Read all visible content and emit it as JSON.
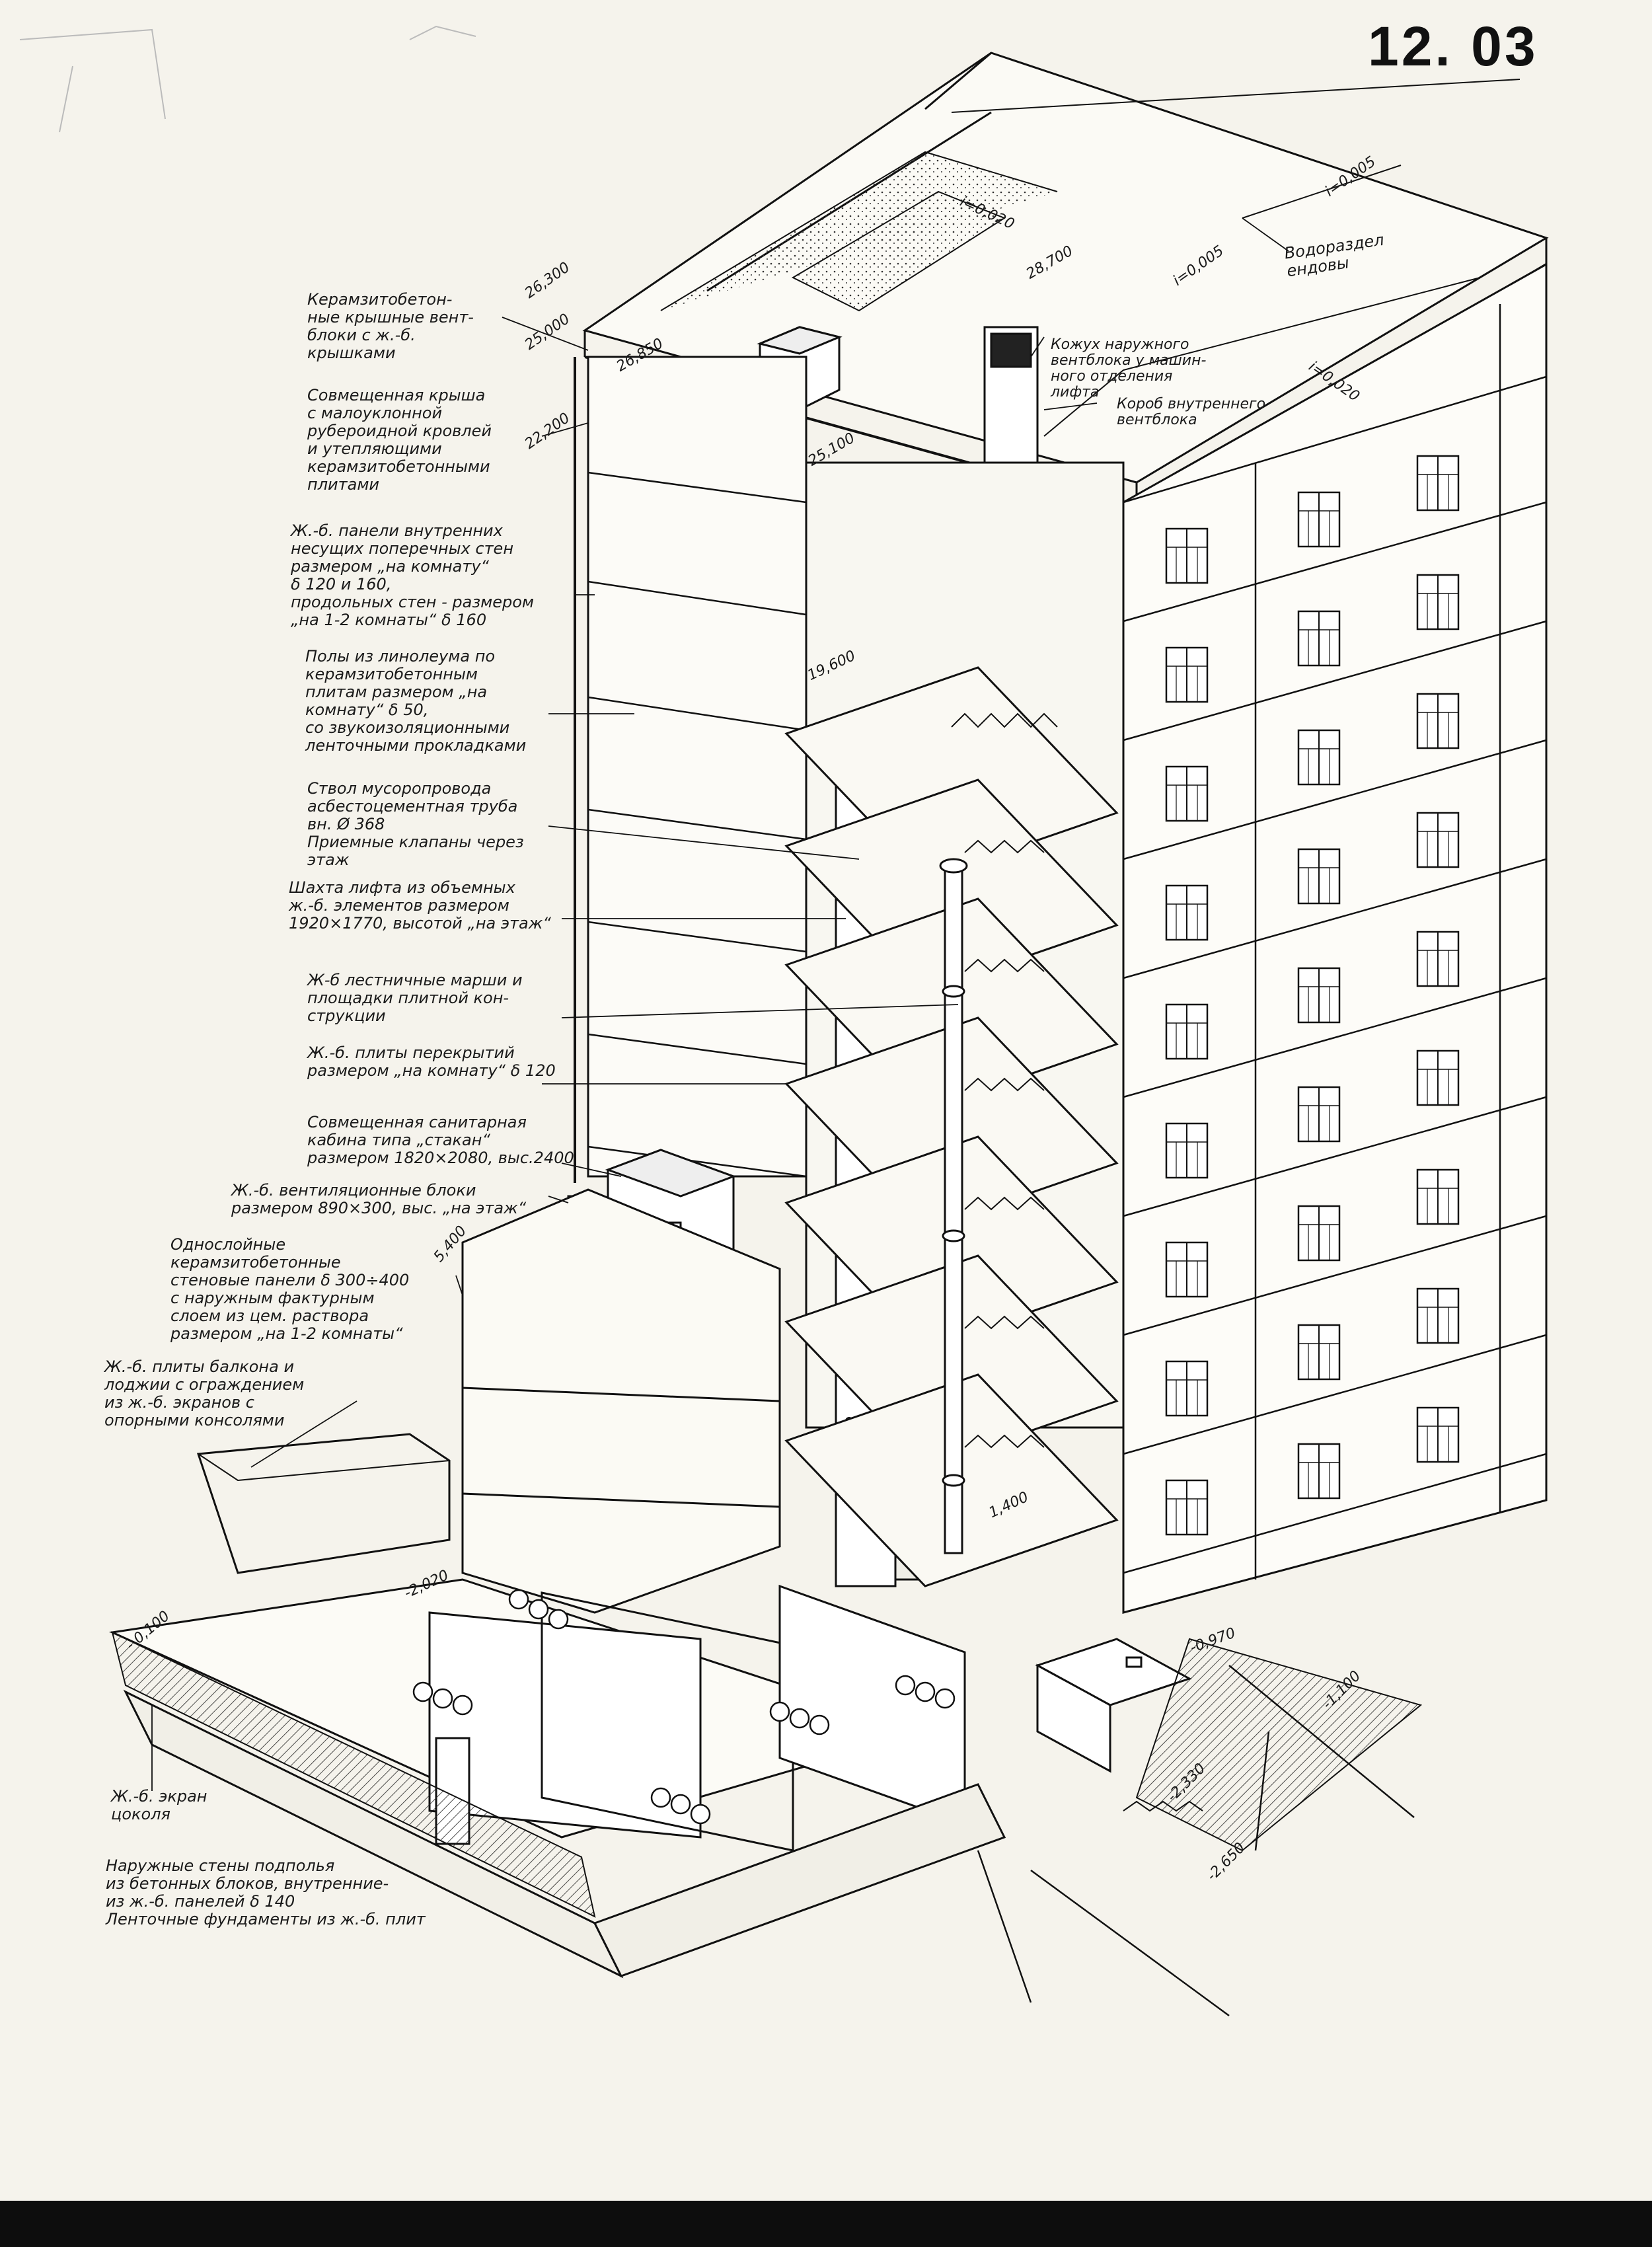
{
  "page_number": "12. 03",
  "labels": {
    "roof_vent_blocks": "Керамзитобетон-\nные крышные вент-\nблоки с ж.-б.\nкрышками",
    "combined_roof": "Совмещенная крыша\nс малоуклонной\nрубероидной кровлей\nи утепляющими\nкерамзитобетонными\nплитами",
    "wall_panels": "Ж.-б. панели внутренних\nнесущих поперечных стен\nразмером „на комнату“\nδ 120 и 160,\nпродольных стен - размером\n„на 1-2 комнаты“ δ 160",
    "floors": "Полы из линолеума по\nкерамзитобетонным\nплитам размером „на\nкомнату“ δ 50,\nсо звукоизоляционными\nленточными прокладками",
    "garbage_chute": "Ствол мусоропровода\nасбестоцементная труба\nвн. Ø 368\nПриемные клапаны через\nэтаж",
    "lift_shaft": "Шахта лифта из объемных\nж.-б. элементов размером\n1920×1770, высотой „на этаж“",
    "stairs": "Ж-б лестничные марши и\nплощадки плитной кон-\nструкции",
    "floor_slabs": "Ж.-б. плиты перекрытий\nразмером „на комнату“ δ 120",
    "sanitary_cabin": "Совмещенная санитарная\nкабина типа „стакан“\nразмером 1820×2080, выс.2400",
    "vent_blocks": "Ж.-б. вентиляционные блоки\nразмером 890×300, выс. „на этаж“",
    "wall_panels_ext": "Однослойные\nкерамзитобетонные\nстеновые панели δ 300÷400\nс наружным фактурным\nслоем из цем. раствора\nразмером „на 1-2 комнаты“",
    "balcony": "Ж.-б. плиты балкона и\nлоджии с ограждением\nиз ж.-б. экранов с\nопорными консолями",
    "plinth_screen": "Ж.-б. экран\nцоколя",
    "foundation": "Наружные стены подполья\nиз бетонных блоков, внутренние-\nиз ж.-б. панелей δ 140\nЛенточные фундаменты из ж.-б. плит",
    "vent_casing": "Кожух наружного\nвентблока у машин-\nного отделения\nлифта",
    "vent_box": "Короб внутреннего\nвентблока",
    "watershed": "Водораздел\nендовы"
  },
  "elevations": {
    "e26300": "26,300",
    "e25000": "25,000",
    "e22200": "22,200",
    "e26850": "26,850",
    "e25100": "25,100",
    "e28700": "28,700",
    "e19600": "19,600",
    "e5400": "5,400",
    "e1400": "1,400",
    "em2020": "-2,020",
    "em0100": "- 0,100",
    "em0970": "-0,970",
    "em1100": "-1,100",
    "em2330": "-2,330",
    "em2650": "-2,650"
  },
  "slopes": {
    "s1": "i=0,020",
    "s2": "i=0,005",
    "s3": "i=0,005",
    "s4": "i=0,020"
  }
}
